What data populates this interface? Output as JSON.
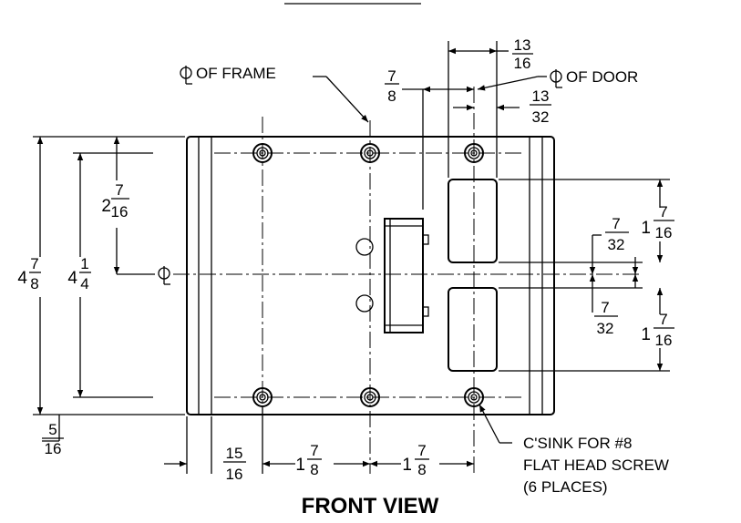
{
  "title": "FRONT VIEW",
  "labels": {
    "cl_frame": "OF FRAME",
    "cl_door": "OF DOOR",
    "screw_note": [
      "C'SINK FOR #8",
      "FLAT HEAD SCREW",
      "(6 PLACES)"
    ]
  },
  "dims": {
    "top_13_16": {
      "num": "13",
      "den": "16"
    },
    "top_7_8": {
      "num": "7",
      "den": "8"
    },
    "top_13_32": {
      "num": "13",
      "den": "32"
    },
    "overall_height": {
      "whole": "4",
      "num": "7",
      "den": "8"
    },
    "hole_span": {
      "whole": "4",
      "num": "1",
      "den": "4"
    },
    "to_center": {
      "whole": "2",
      "num": "7",
      "den": "16"
    },
    "bottom_5_16": {
      "num": "5",
      "den": "16"
    },
    "left_15_16": {
      "num": "15",
      "den": "16"
    },
    "spacing_a": {
      "whole": "1",
      "num": "7",
      "den": "8"
    },
    "spacing_b": {
      "whole": "1",
      "num": "7",
      "den": "8"
    },
    "cutout_top": {
      "whole": "1",
      "num": "7",
      "den": "16"
    },
    "gap_top": {
      "num": "7",
      "den": "32"
    },
    "gap_bottom": {
      "num": "7",
      "den": "32"
    },
    "cutout_bottom": {
      "whole": "1",
      "num": "7",
      "den": "16"
    }
  }
}
